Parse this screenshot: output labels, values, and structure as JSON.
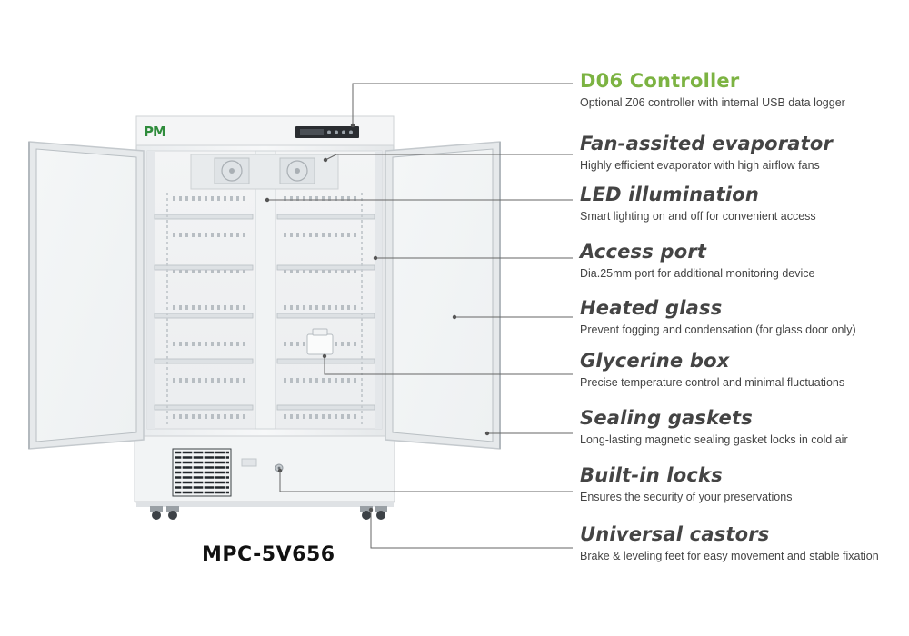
{
  "brand": {
    "logo_text": "PM",
    "logo_color": "#2f8c3c"
  },
  "model": "MPC-5V656",
  "colors": {
    "accent": "#7cb342",
    "text": "#444444",
    "line": "#666666"
  },
  "features": [
    {
      "title": "D06  Controller",
      "desc": "Optional Z06 controller with internal USB data logger"
    },
    {
      "title": "Fan-assited evaporator",
      "desc": "Highly efficient evaporator with high airflow fans"
    },
    {
      "title": "LED illumination",
      "desc": "Smart lighting on and off for convenient access"
    },
    {
      "title": "Access port",
      "desc": "Dia.25mm port for additional monitoring device"
    },
    {
      "title": "Heated glass",
      "desc": "Prevent fogging and condensation (for glass door only)"
    },
    {
      "title": "Glycerine box",
      "desc": "Precise temperature control and minimal fluctuations"
    },
    {
      "title": "Sealing gaskets",
      "desc": "Long-lasting magnetic sealing gasket locks in cold air"
    },
    {
      "title": "Built-in locks",
      "desc": "Ensures the security of your preservations"
    },
    {
      "title": "Universal castors",
      "desc": "Brake & leveling feet for easy movement and stable fixation"
    }
  ]
}
